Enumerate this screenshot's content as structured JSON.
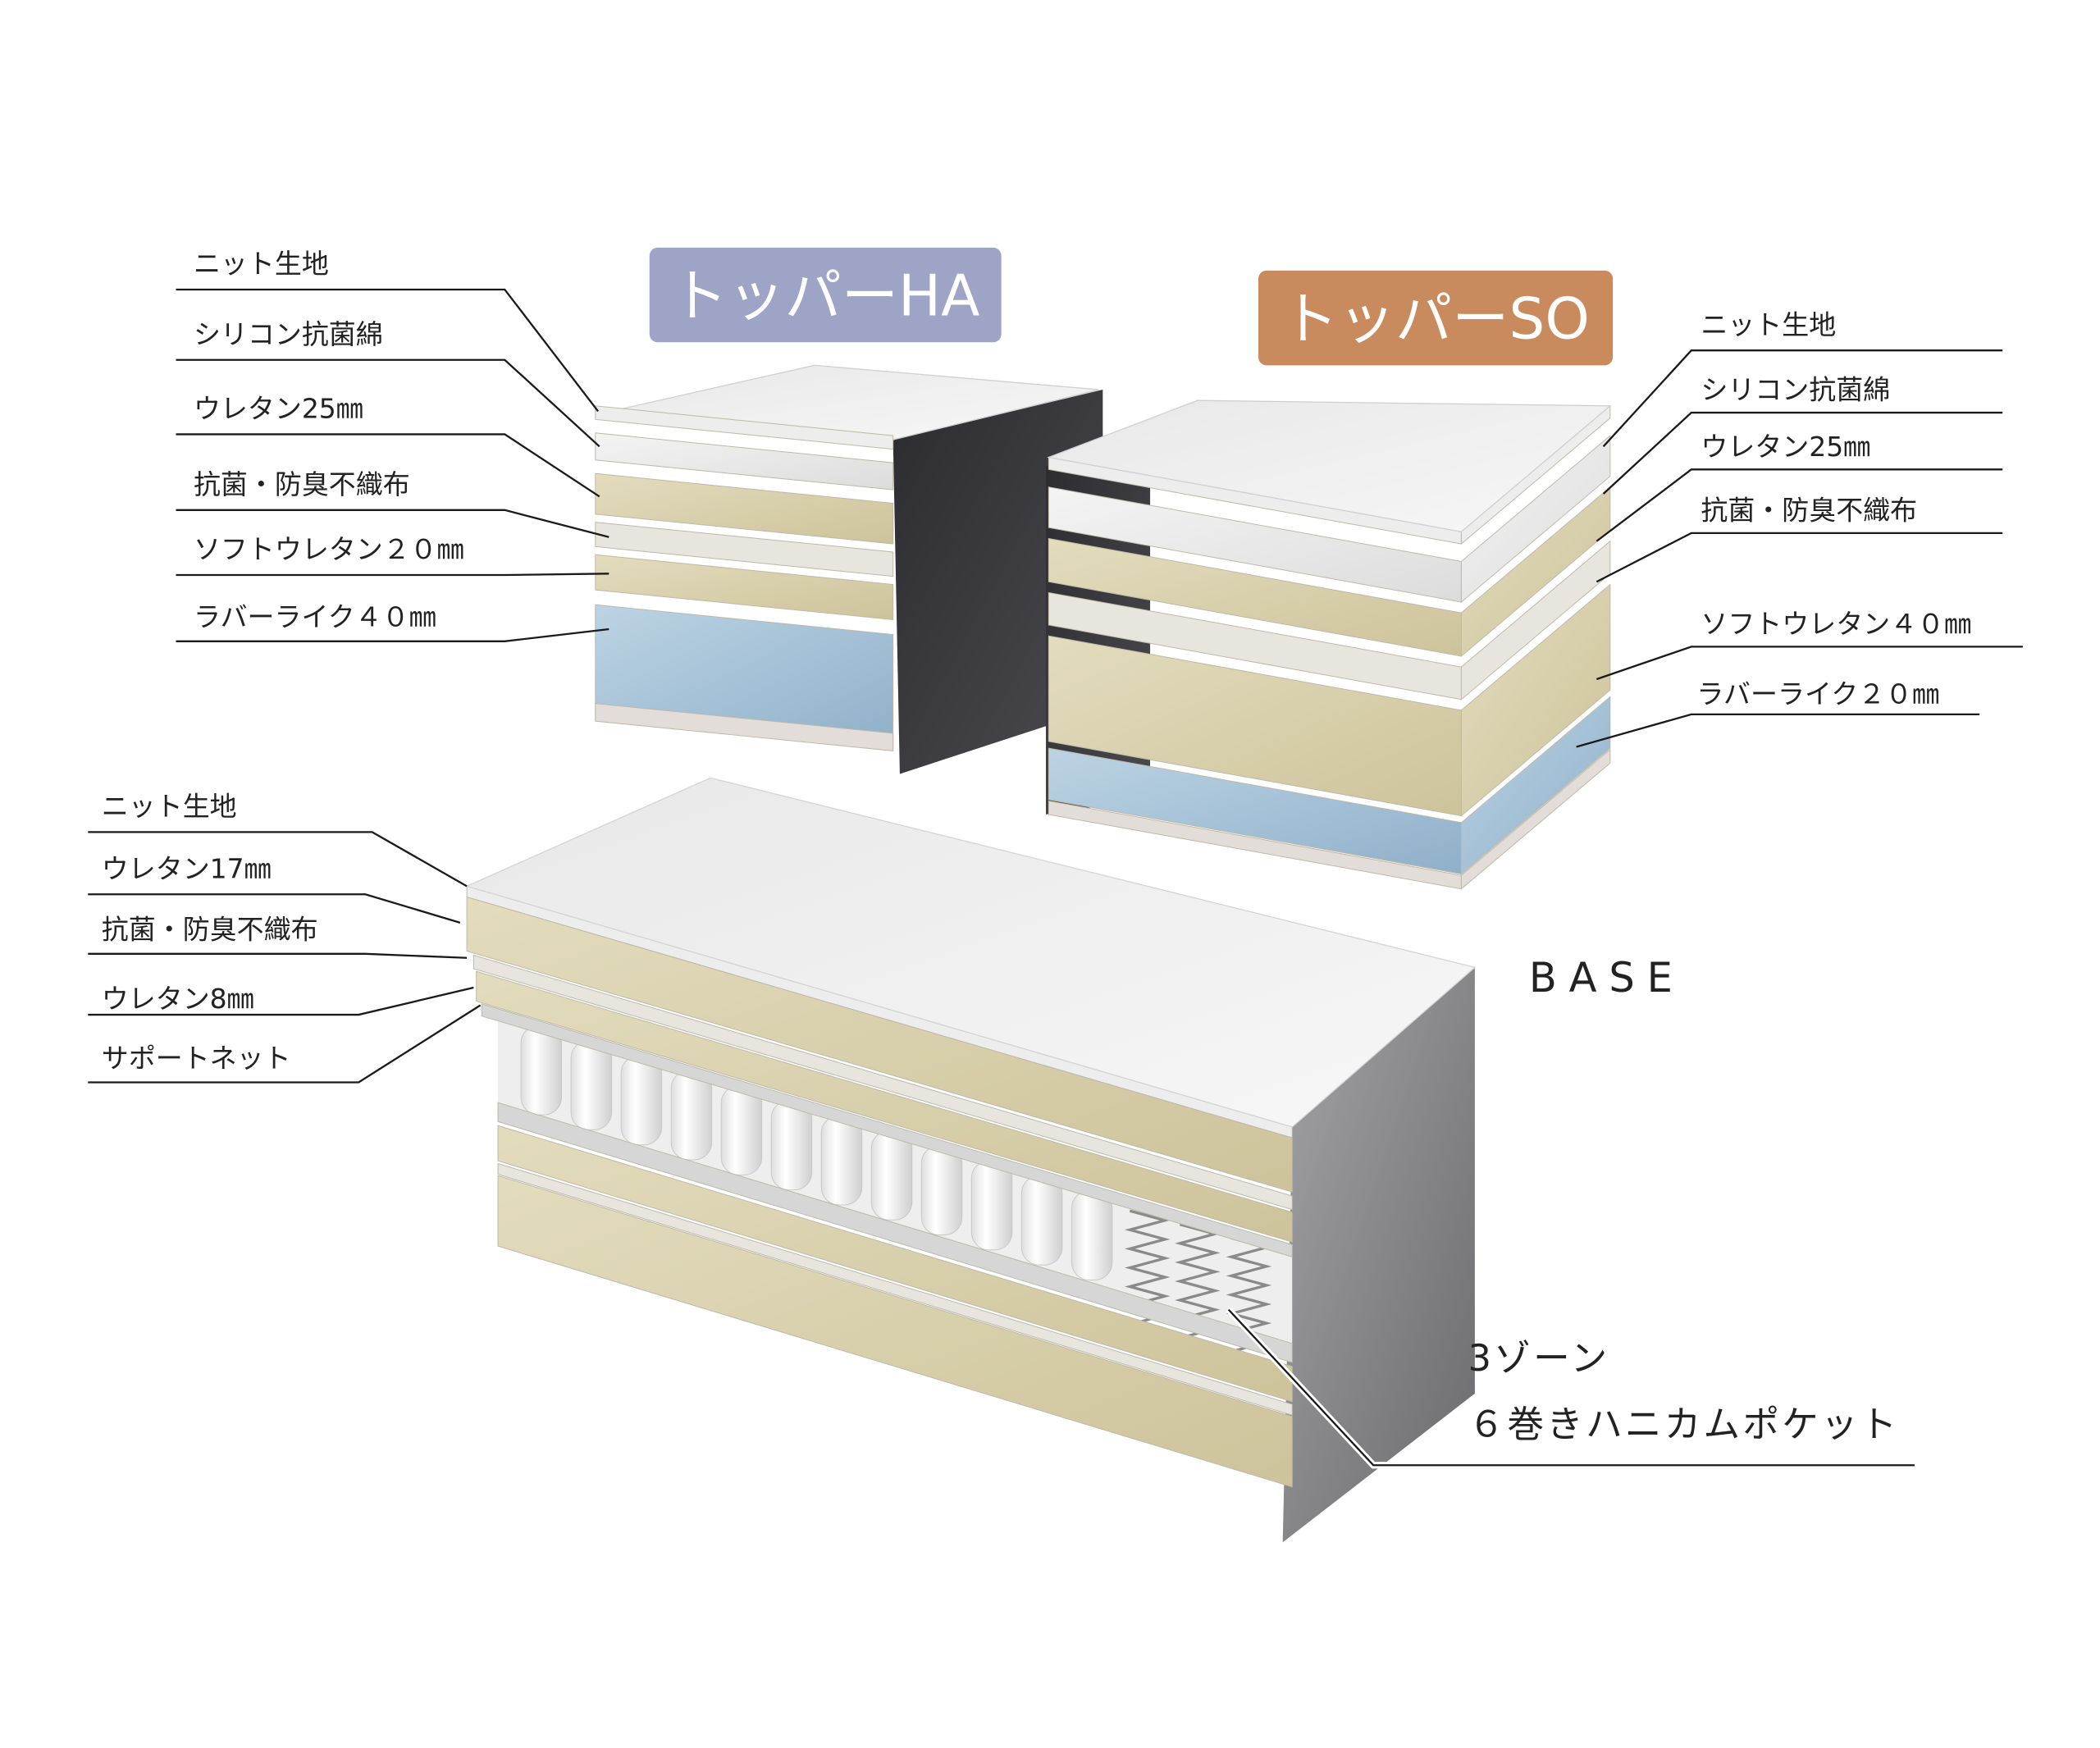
{
  "topper_ha": {
    "title": "トッパーHA",
    "color": "#9ea4c6",
    "layers": [
      "ニット生地",
      "シリコン抗菌綿",
      "ウレタン25㎜",
      "抗菌・防臭不織布",
      "ソフトウレタン２０㎜",
      "ラバーライク４０㎜"
    ]
  },
  "topper_so": {
    "title": "トッパーSO",
    "color": "#c98a5e",
    "layers": [
      "ニット生地",
      "シリコン抗菌綿",
      "ウレタン25㎜",
      "抗菌・防臭不織布",
      "ソフトウレタン４０㎜",
      "ラバーライク２０㎜"
    ]
  },
  "base": {
    "title": "BASE",
    "layers": [
      "ニット生地",
      "ウレタン17㎜",
      "抗菌・防臭不織布",
      "ウレタン8㎜",
      "サポートネット"
    ],
    "spring_zone": "3ゾーン",
    "spring_type": "６巻きハニカムポケット"
  }
}
